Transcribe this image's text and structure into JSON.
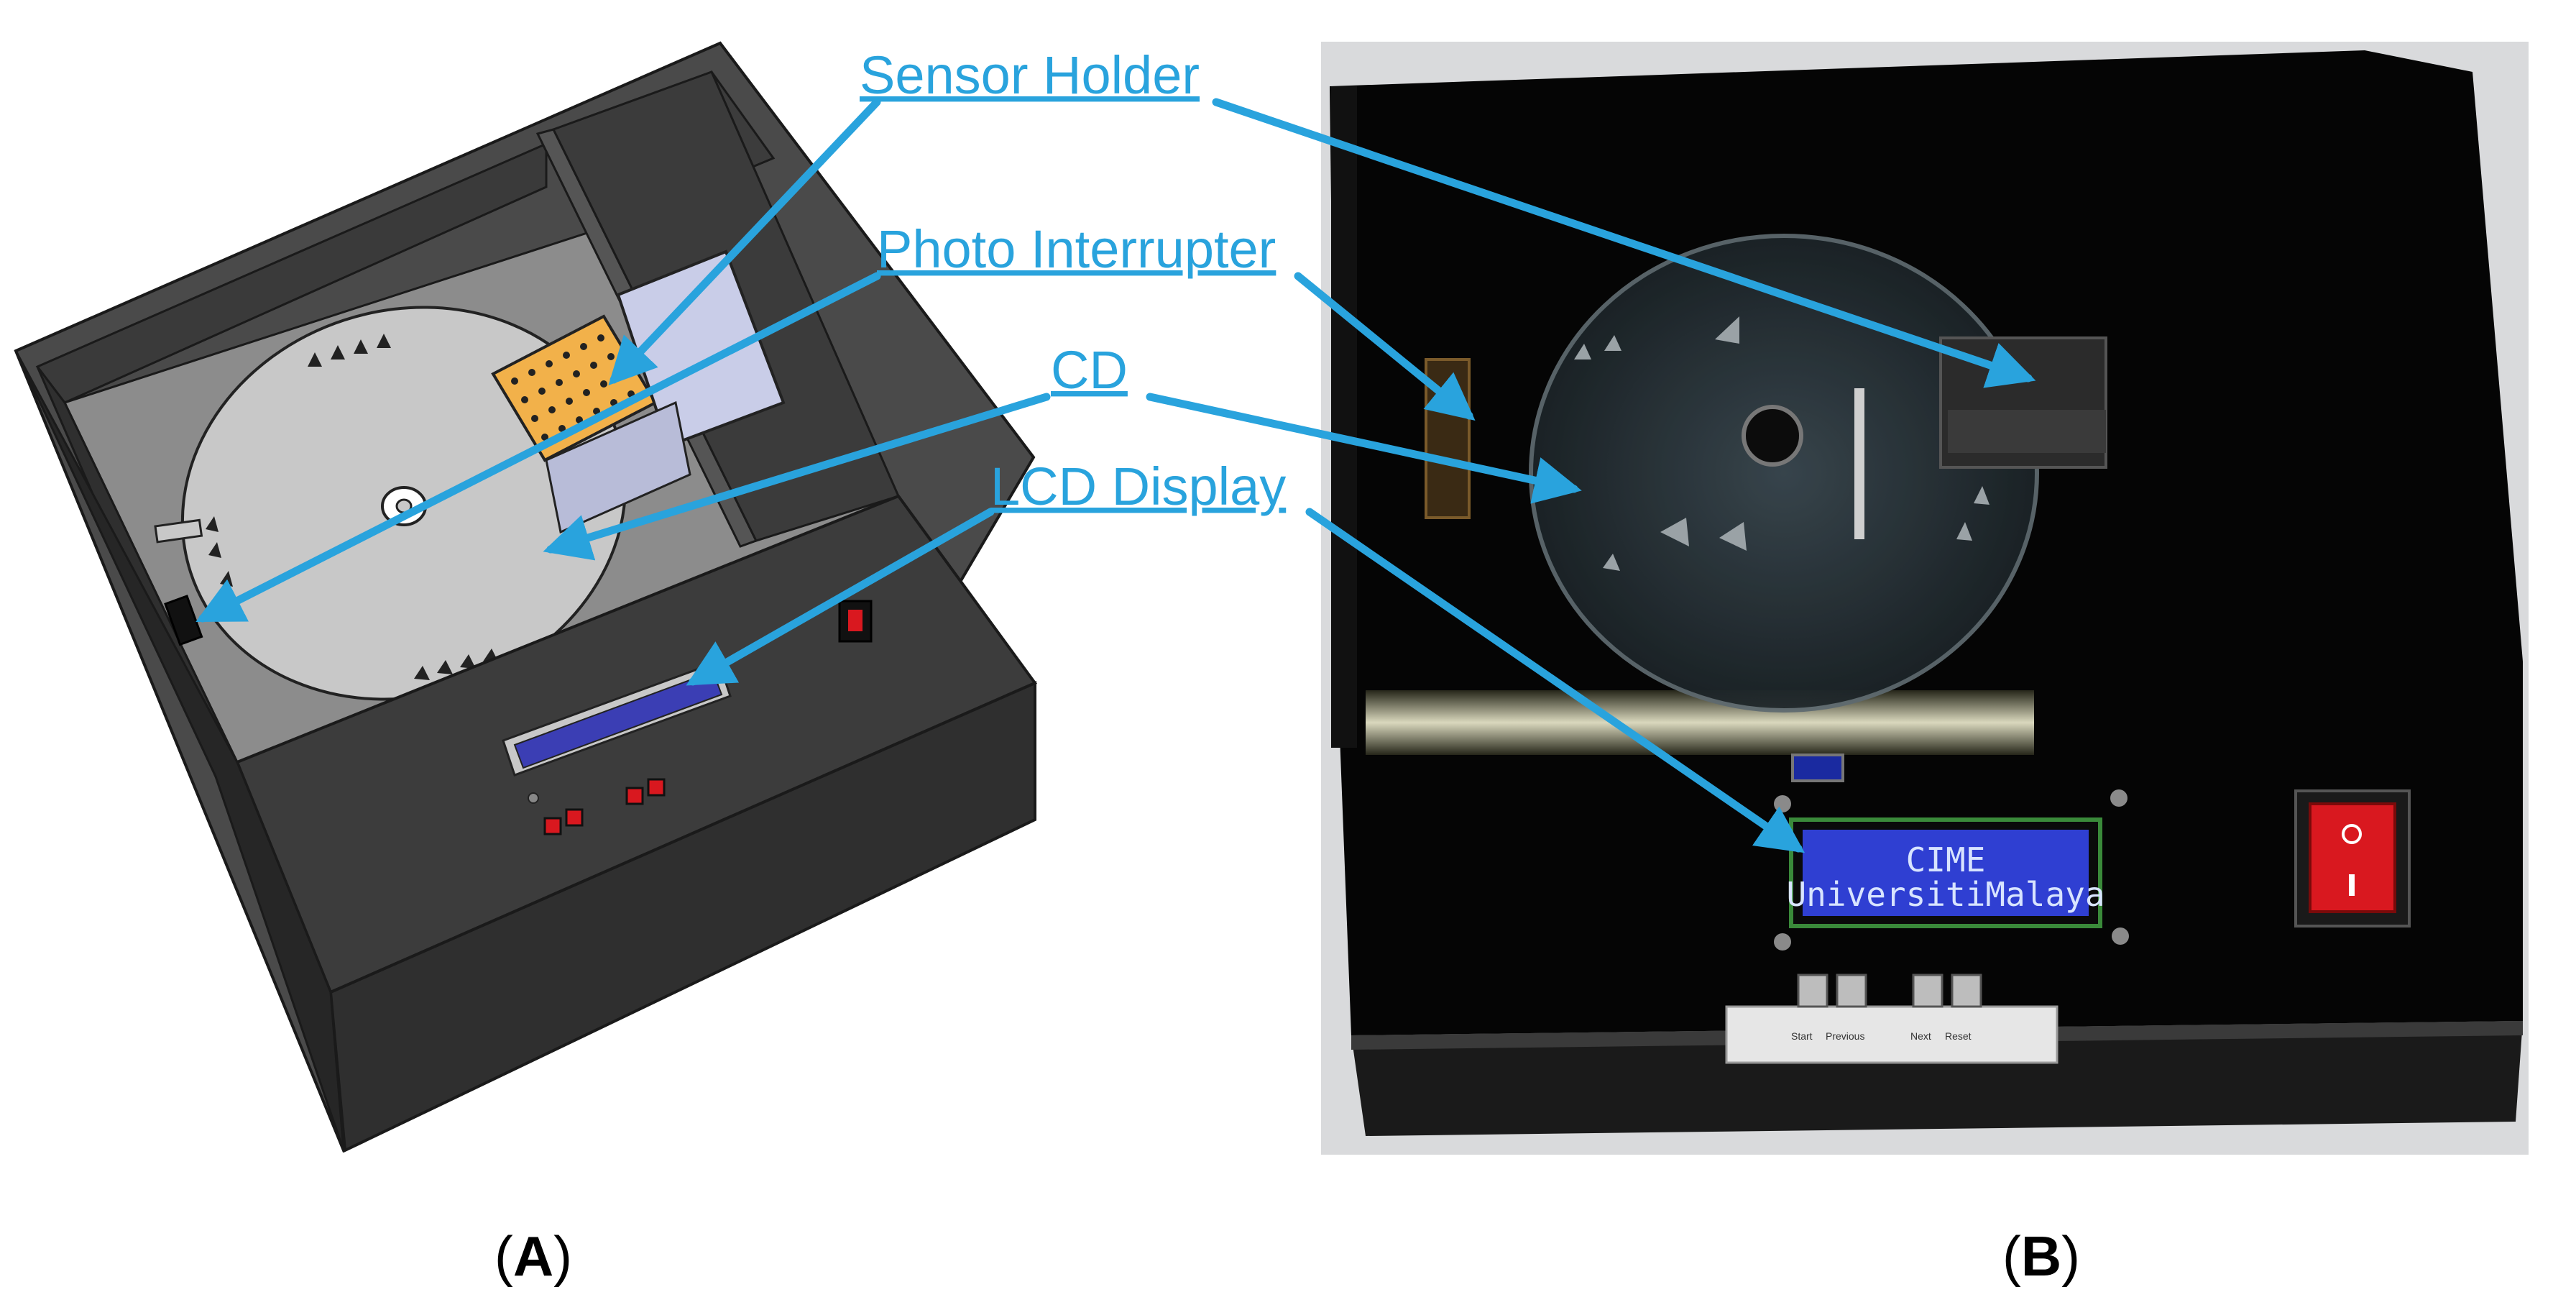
{
  "figure": {
    "panels": [
      {
        "id": "A",
        "label": "A"
      },
      {
        "id": "B",
        "label": "B"
      }
    ],
    "callouts": [
      {
        "id": "sensor-holder",
        "text": "Sensor Holder"
      },
      {
        "id": "photo-interrupter",
        "text": "Photo Interrupter"
      },
      {
        "id": "cd",
        "text": "CD"
      },
      {
        "id": "lcd-display",
        "text": "LCD Display"
      }
    ],
    "lcd_screen": {
      "line1": "CIME",
      "line2": "UniversitiMalaya"
    },
    "button_labels": {
      "start": "Start",
      "previous": "Previous",
      "next": "Next",
      "reset": "Reset"
    },
    "colors": {
      "callout": "#29a3dd",
      "sensor_holder": "#f2b14a",
      "lcd": "#3b3eb4",
      "switch": "#d9181f"
    }
  }
}
